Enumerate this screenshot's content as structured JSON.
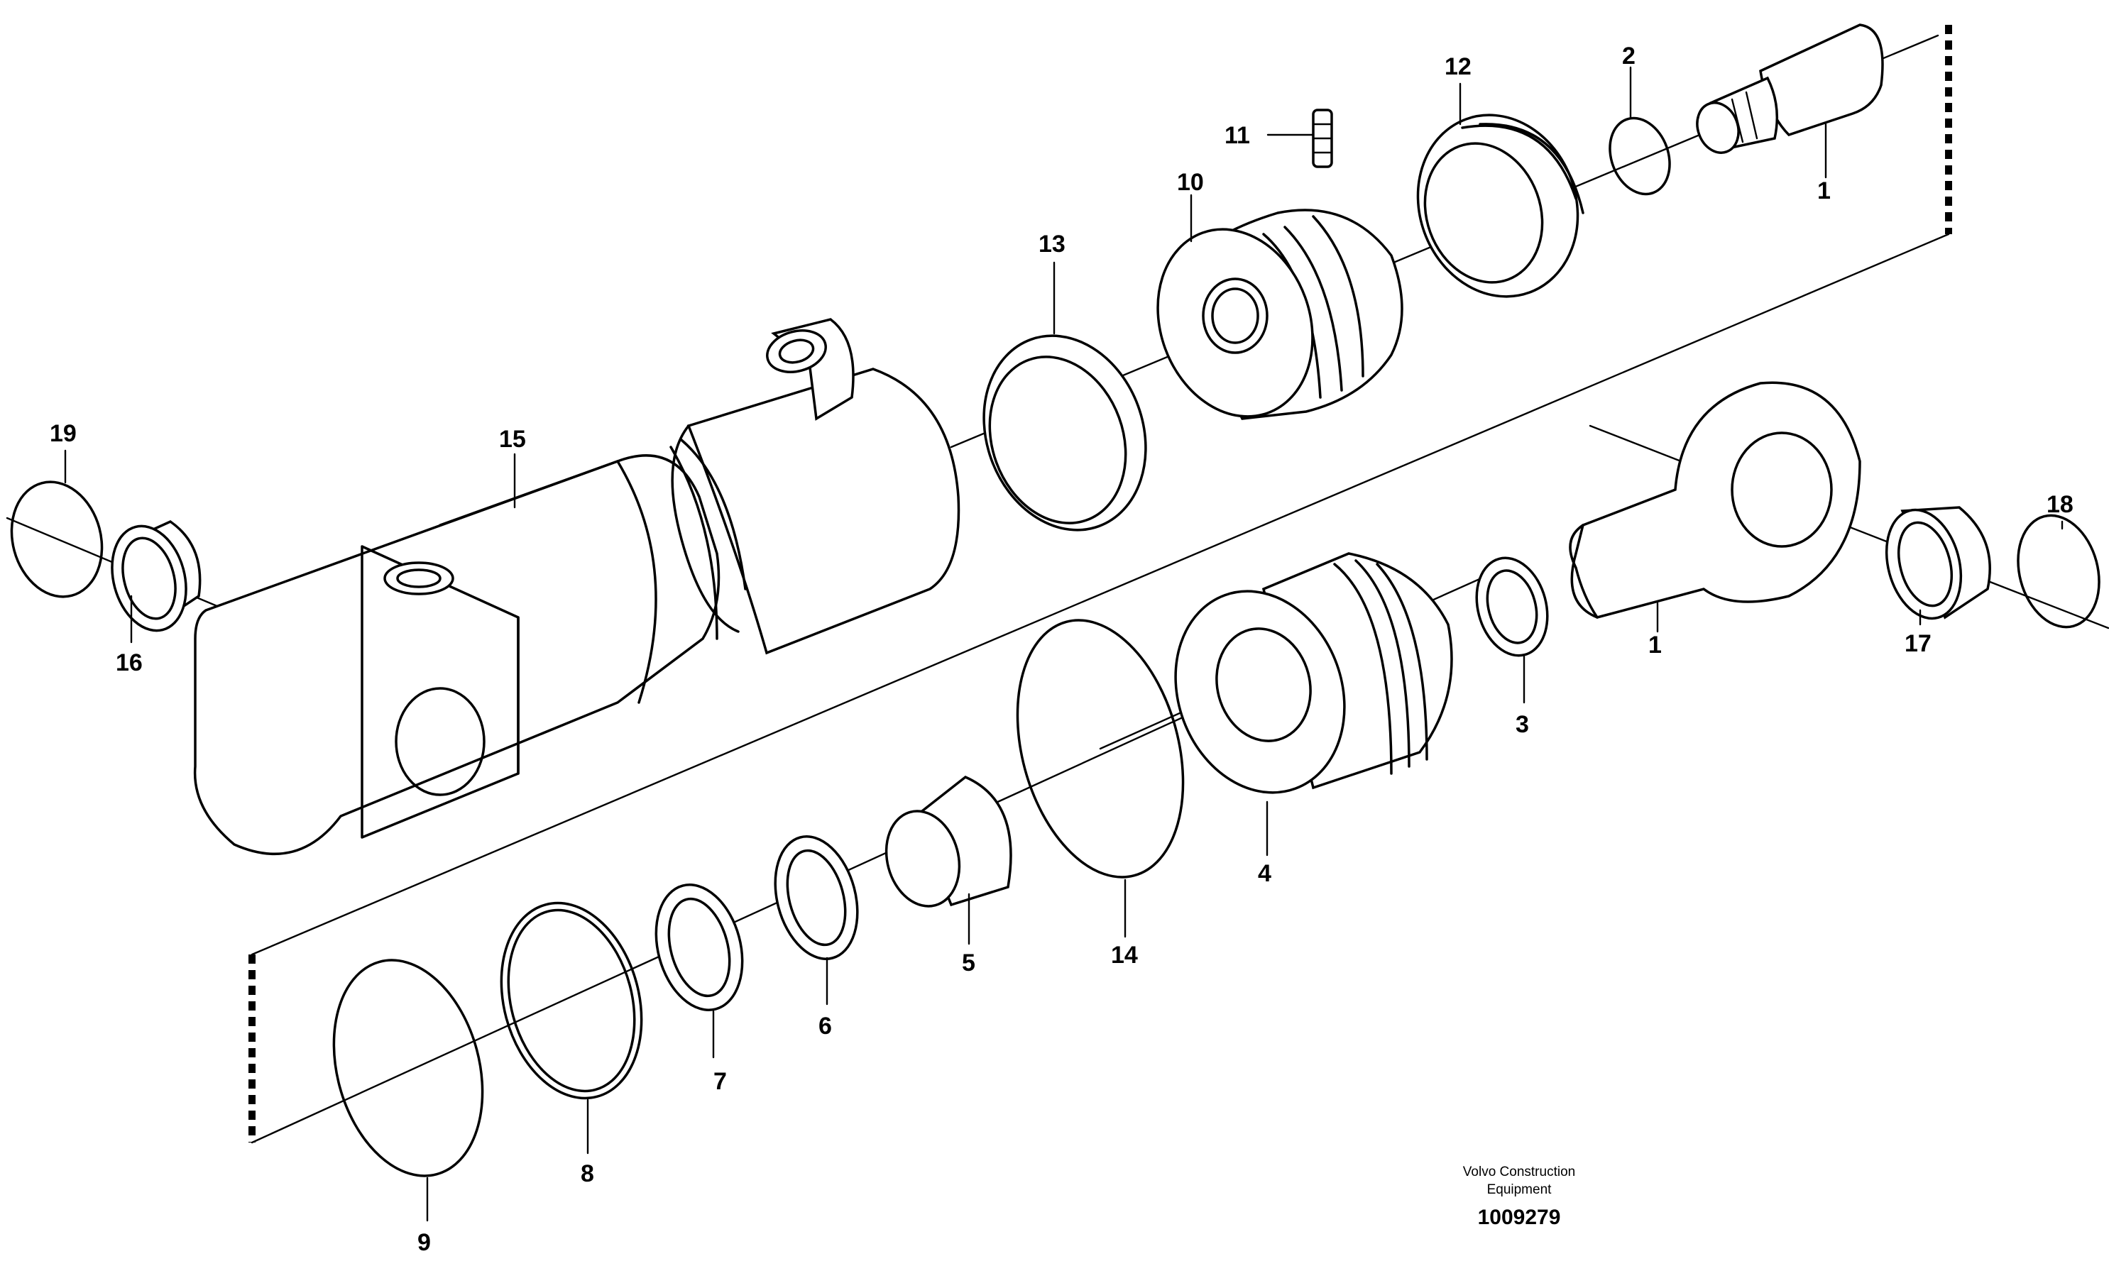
{
  "diagram": {
    "callouts": [
      "1",
      "2",
      "3",
      "4",
      "5",
      "6",
      "7",
      "8",
      "9",
      "10",
      "11",
      "12",
      "13",
      "14",
      "15",
      "16",
      "17",
      "18",
      "19"
    ],
    "caption": {
      "company_line1": "Volvo Construction",
      "company_line2": "Equipment",
      "drawing_number": "1009279"
    }
  }
}
